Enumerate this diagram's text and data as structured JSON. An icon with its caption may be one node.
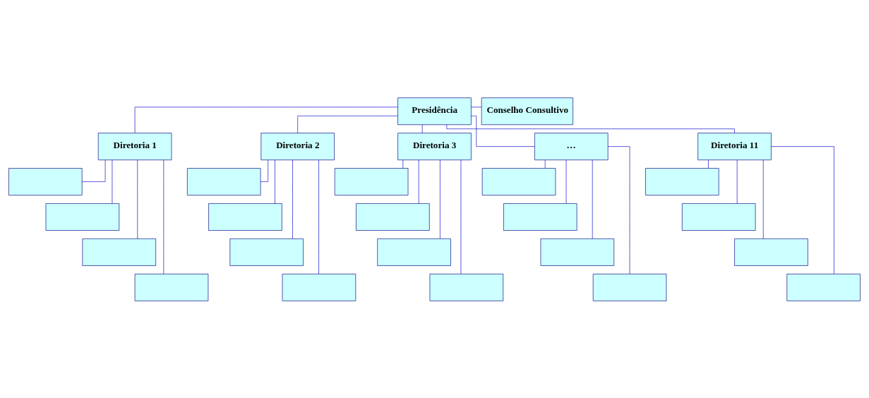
{
  "diagram": {
    "nodes": [
      {
        "text": [
          "Presidência"
        ]
      },
      {
        "text": [
          "Conselho Consultivo"
        ]
      },
      {
        "text": [
          "Diretoria 1"
        ]
      },
      {
        "text": [
          "Diretoria 2"
        ]
      },
      {
        "text": [
          "Diretoria 3"
        ]
      },
      {
        "text": [
          "…"
        ]
      },
      {
        "text": [
          "Diretoria 11"
        ]
      },
      {
        "text": [],
        "shape": "box"
      },
      {
        "text": [],
        "shape": "box"
      },
      {
        "text": [],
        "shape": "box"
      },
      {
        "text": [],
        "shape": "box"
      },
      {
        "text": [],
        "shape": "box"
      },
      {
        "text": [],
        "shape": "box"
      },
      {
        "text": [],
        "shape": "box"
      },
      {
        "text": [],
        "shape": "box"
      },
      {
        "text": [],
        "shape": "box"
      },
      {
        "text": [],
        "shape": "box"
      },
      {
        "text": [],
        "shape": "box"
      },
      {
        "text": [],
        "shape": "box"
      },
      {
        "text": [],
        "shape": "box"
      },
      {
        "text": [],
        "shape": "box"
      },
      {
        "text": [],
        "shape": "box"
      },
      {
        "text": [],
        "shape": "box"
      },
      {
        "text": [],
        "shape": "box"
      },
      {
        "text": [],
        "shape": "box"
      },
      {
        "text": [],
        "shape": "box"
      },
      {
        "text": [],
        "shape": "box"
      }
    ],
    "edges": [
      {
        "from": 0,
        "to": 1,
        "arrow": "none"
      },
      {
        "from": 0,
        "to": 2,
        "arrow": "none"
      },
      {
        "from": 0,
        "to": 3,
        "arrow": "none"
      },
      {
        "from": 0,
        "to": 4,
        "arrow": "none"
      },
      {
        "from": 0,
        "to": 5,
        "arrow": "none"
      },
      {
        "from": 0,
        "to": 6,
        "arrow": "none"
      },
      {
        "from": 2,
        "to": 7,
        "arrow": "none"
      },
      {
        "from": 2,
        "to": 8,
        "arrow": "none"
      },
      {
        "from": 2,
        "to": 9,
        "arrow": "none"
      },
      {
        "from": 2,
        "to": 10,
        "arrow": "none"
      },
      {
        "from": 3,
        "to": 11,
        "arrow": "none"
      },
      {
        "from": 3,
        "to": 12,
        "arrow": "none"
      },
      {
        "from": 3,
        "to": 13,
        "arrow": "none"
      },
      {
        "from": 3,
        "to": 14,
        "arrow": "none"
      },
      {
        "from": 4,
        "to": 15,
        "arrow": "none"
      },
      {
        "from": 4,
        "to": 16,
        "arrow": "none"
      },
      {
        "from": 4,
        "to": 17,
        "arrow": "none"
      },
      {
        "from": 4,
        "to": 18,
        "arrow": "none"
      },
      {
        "from": 5,
        "to": 19,
        "arrow": "none"
      },
      {
        "from": 5,
        "to": 20,
        "arrow": "none"
      },
      {
        "from": 5,
        "to": 21,
        "arrow": "none"
      },
      {
        "from": 5,
        "to": 22,
        "arrow": "none"
      },
      {
        "from": 6,
        "to": 23,
        "arrow": "none"
      },
      {
        "from": 6,
        "to": 24,
        "arrow": "none"
      },
      {
        "from": 6,
        "to": 25,
        "arrow": "none"
      },
      {
        "from": 6,
        "to": 26,
        "arrow": "none"
      }
    ]
  }
}
